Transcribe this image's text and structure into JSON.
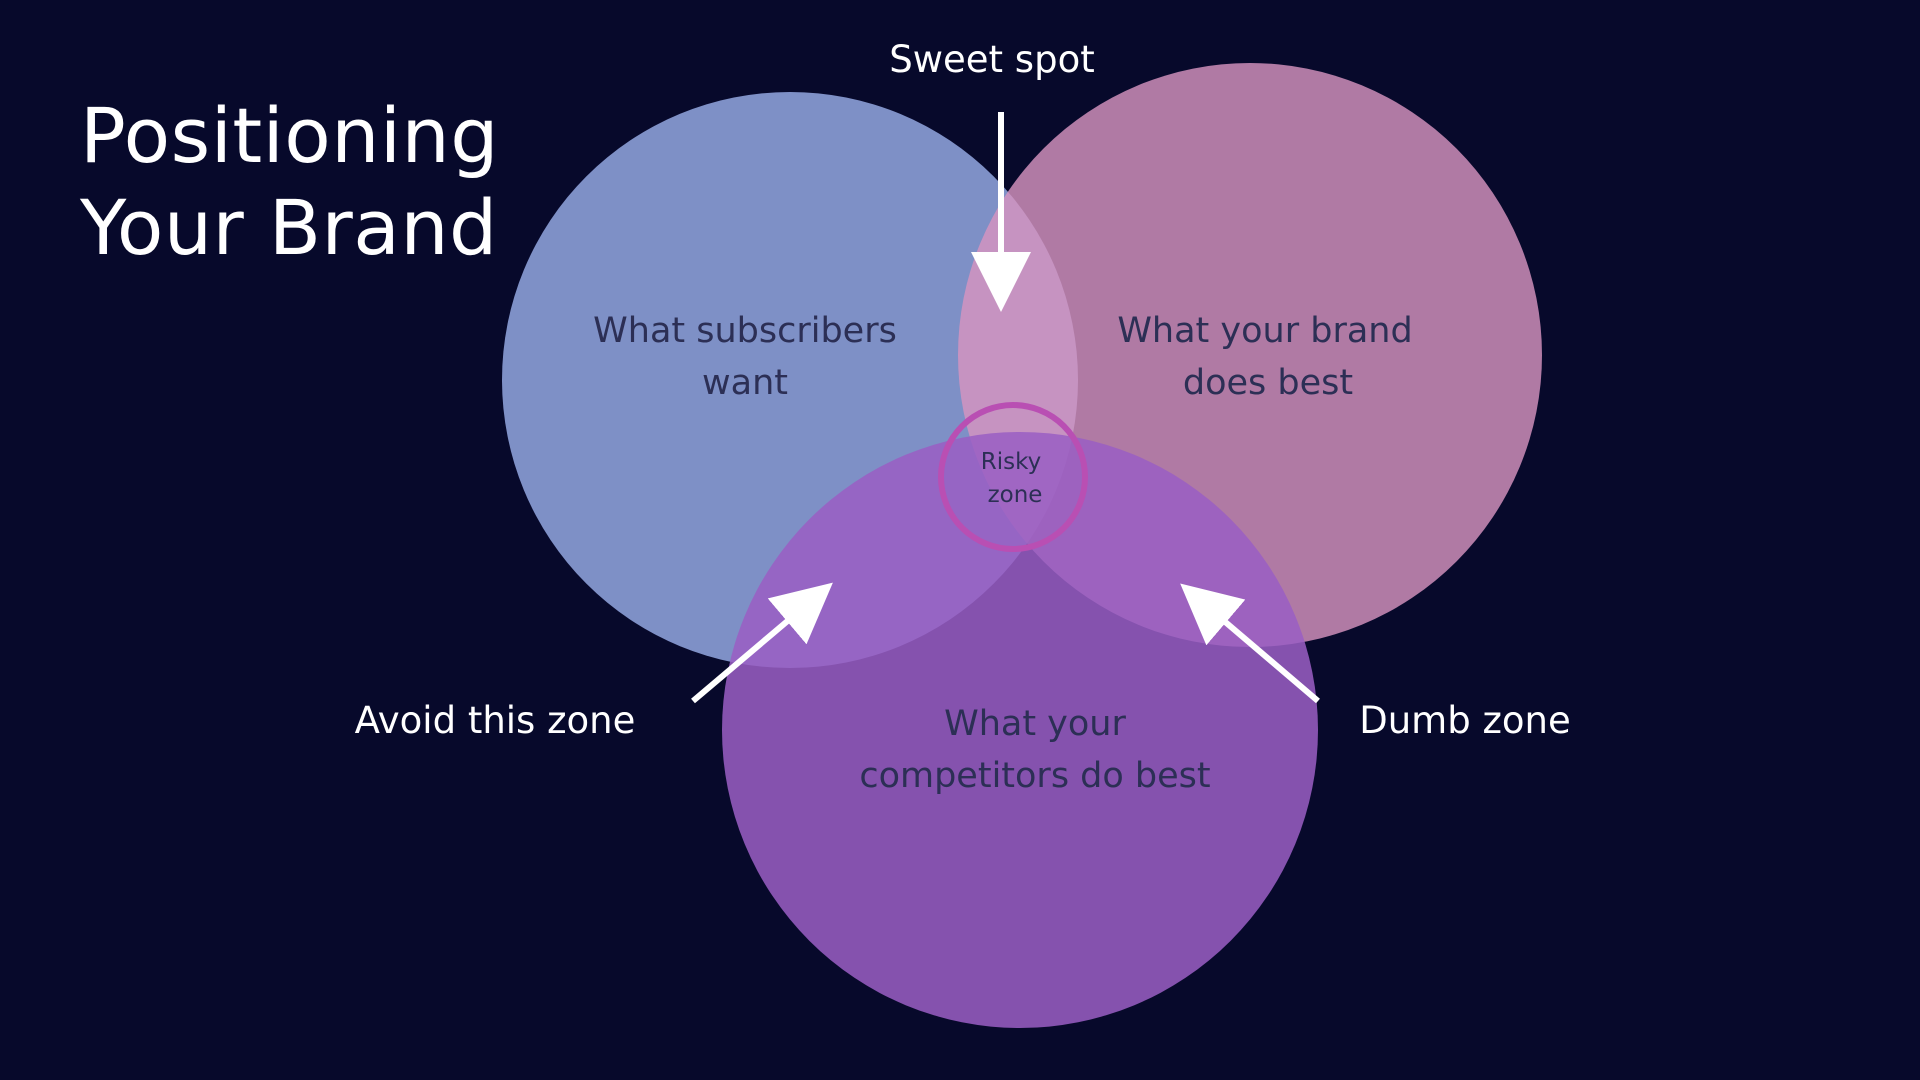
{
  "title": {
    "line1": "Positioning",
    "line2": "Your Brand"
  },
  "circles": {
    "subscribers": {
      "line1": "What subscribers",
      "line2": "want",
      "color": "#8fa3dc"
    },
    "brand": {
      "line1": "What your brand",
      "line2": "does best",
      "color": "#d694bf"
    },
    "competitors": {
      "line1": "What your",
      "line2": "competitors do best",
      "color": "#9a5ec4"
    }
  },
  "risky_zone": {
    "line1": "Risky",
    "line2": "zone",
    "ring_color": "#b94fb3"
  },
  "callouts": {
    "sweet_spot": "Sweet spot",
    "avoid_zone": "Avoid this zone",
    "dumb_zone": "Dumb zone"
  },
  "colors": {
    "background": "#07092b",
    "text_on_circles": "#2c2f55",
    "text_on_background": "#ffffff"
  }
}
